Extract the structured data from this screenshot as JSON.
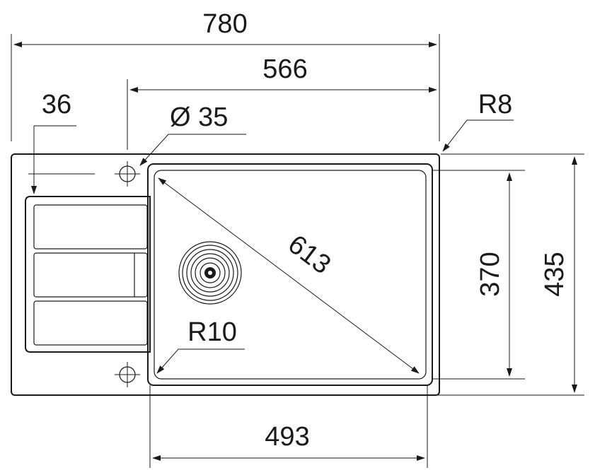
{
  "dimensions": {
    "overall_width": "780",
    "bowl_offset_width": "566",
    "tap_hole_offset": "36",
    "tap_hole_diameter": "Ø 35",
    "corner_radius_outer": "R8",
    "bowl_diagonal": "613",
    "bowl_height": "370",
    "overall_height": "435",
    "bowl_corner_radius": "R10",
    "bowl_width": "493"
  }
}
